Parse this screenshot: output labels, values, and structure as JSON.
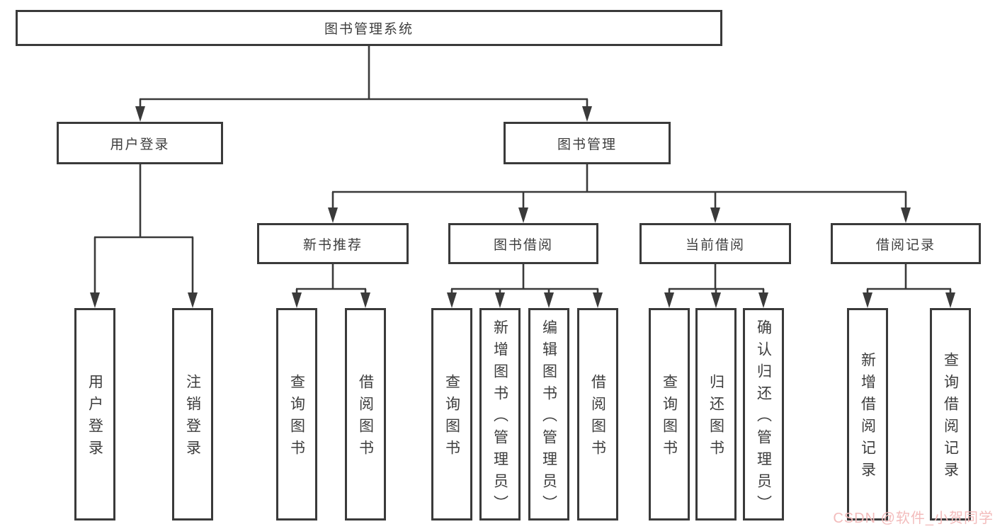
{
  "diagram": {
    "root": {
      "label": "图书管理系统"
    },
    "branches": [
      {
        "label": "用户登录",
        "children": [
          {
            "label": "用户登录"
          },
          {
            "label": "注销登录"
          }
        ]
      },
      {
        "label": "图书管理",
        "children": [
          {
            "label": "新书推荐",
            "children": [
              {
                "label": "查询图书"
              },
              {
                "label": "借阅图书"
              }
            ]
          },
          {
            "label": "图书借阅",
            "children": [
              {
                "label": "查询图书"
              },
              {
                "label": "新增图书（管理员）"
              },
              {
                "label": "编辑图书（管理员）"
              },
              {
                "label": "借阅图书"
              }
            ]
          },
          {
            "label": "当前借阅",
            "children": [
              {
                "label": "查询图书"
              },
              {
                "label": "归还图书"
              },
              {
                "label": "确认归还（管理员）"
              }
            ]
          },
          {
            "label": "借阅记录",
            "children": [
              {
                "label": "新增借阅记录"
              },
              {
                "label": "查询借阅记录"
              }
            ]
          }
        ]
      }
    ]
  },
  "watermark": {
    "text": "CSDN @软件_小贺同学"
  },
  "colors": {
    "line": "#3a3a3a",
    "text": "#3d3d3d",
    "box_background": "#ffffff",
    "watermark": "#f3bcbc",
    "background": "#ffffff"
  }
}
